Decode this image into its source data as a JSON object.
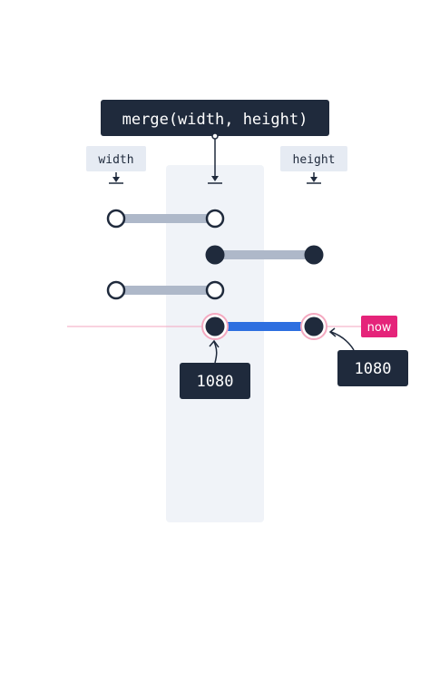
{
  "diagram": {
    "operator_label": "merge(width, height)",
    "inputs": {
      "left_label": "width",
      "right_label": "height"
    },
    "now_label": "now",
    "callouts": {
      "result_value": "1080",
      "height_value": "1080"
    },
    "colors": {
      "dark": "#1f2a3c",
      "chip_bg": "#e6ebf3",
      "lane_bg": "#f0f3f8",
      "link_gray": "#aeb8c9",
      "highlight_blue": "#2e6fe0",
      "now_pink": "#e5247a",
      "now_line": "#f3a5bf",
      "ring_pink": "#f4a9c0"
    }
  }
}
